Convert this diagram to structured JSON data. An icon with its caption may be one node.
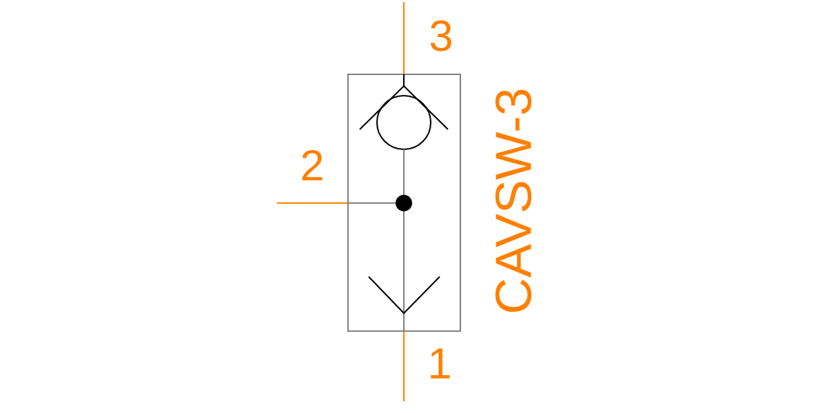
{
  "diagram": {
    "labels": [
      "3",
      "2",
      "CAVSW-3",
      "1"
    ]
  }
}
